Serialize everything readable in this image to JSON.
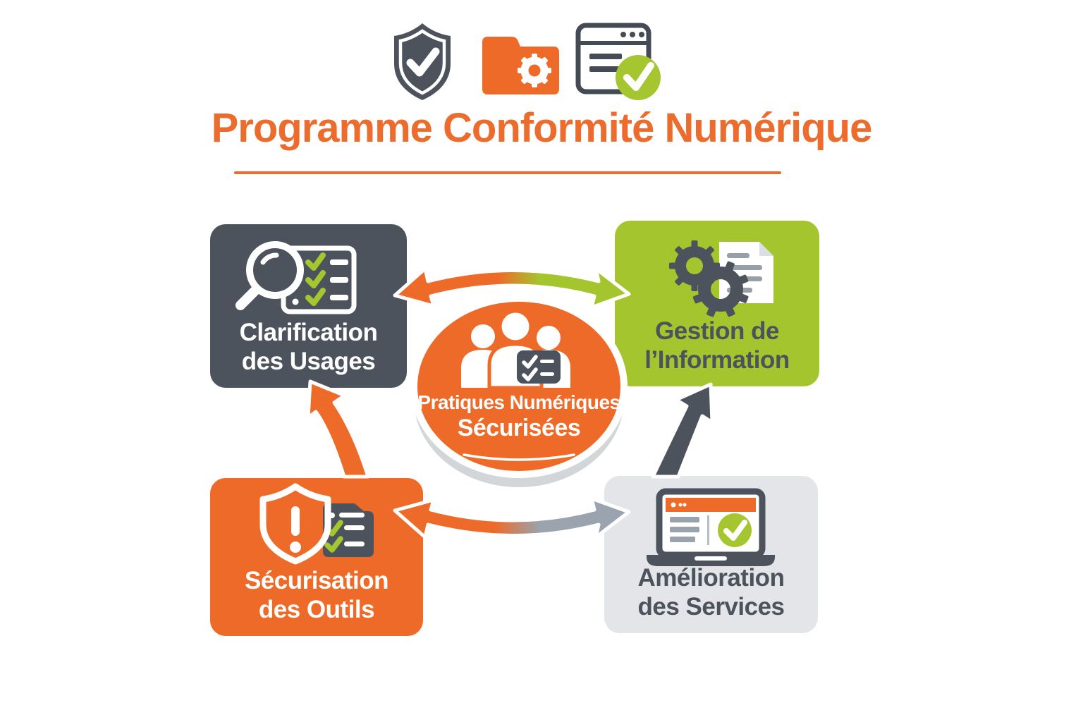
{
  "title": "Programme Conformité Numérique",
  "header_icons": {
    "shield": "shield-check-icon",
    "folder": "folder-gear-icon",
    "window": "window-check-icon"
  },
  "center": {
    "line1": "Pratiques Numériques",
    "line2": "Sécurisées",
    "icon": "people-group-icon",
    "badge_icon": "checklist-badge-icon"
  },
  "nodes": {
    "clarification": {
      "line1": "Clarification",
      "line2": "des Usages",
      "icon": "magnifier-checklist-icon",
      "bg": "#4c535d",
      "fg": "#ffffff"
    },
    "gestion": {
      "line1": "Gestion de",
      "line2": "l’Information",
      "icon": "gears-document-icon",
      "bg": "#a5c52f",
      "fg": "#4c535d"
    },
    "securisation": {
      "line1": "Sécurisation",
      "line2": "des Outils",
      "icon": "shield-alert-checklist-icon",
      "bg": "#ee6a28",
      "fg": "#ffffff"
    },
    "amelioration": {
      "line1": "Amélioration",
      "line2": "des Services",
      "icon": "laptop-check-icon",
      "bg": "#e4e5e8",
      "fg": "#4c535d"
    }
  },
  "arrows": {
    "top": "double arrow between Clarification des Usages and Gestion de l’Information",
    "bottom": "double arrow between Sécurisation des Outils and Amélioration des Services",
    "left": "arrow from Sécurisation des Outils up to Clarification des Usages",
    "right": "arrow from Amélioration des Services up to Gestion de l’Information"
  },
  "colors": {
    "orange": "#ee6a28",
    "green": "#a5c52f",
    "dark_gray": "#4c535d",
    "light_gray": "#e4e5e8",
    "arrow_gray": "#9aa3ae",
    "title_orange": "#ec6c2d",
    "check_green": "#a5c62f",
    "shadow_gray": "#d3d6d9"
  }
}
